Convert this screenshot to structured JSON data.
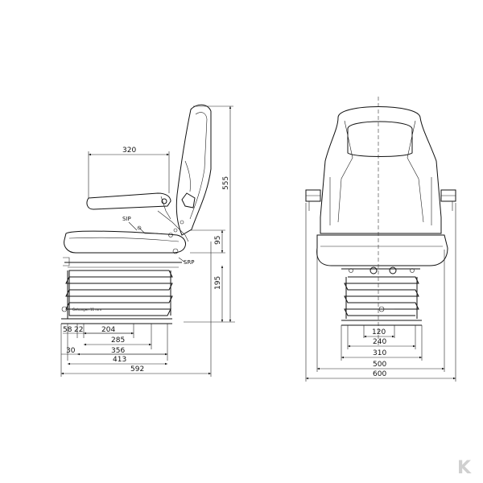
{
  "side_view": {
    "dimensions": {
      "armrest_length": "320",
      "total_height": "555",
      "sip_to_srp": "95",
      "base_height": "195",
      "d58": "58",
      "d22": "22",
      "d204": "204",
      "d285": "285",
      "d30": "30",
      "d356": "356",
      "d413": "413",
      "d592": "592"
    },
    "labels": {
      "sip": "SIP",
      "srp": "SRP",
      "travel": "Gehungen 11 mm"
    }
  },
  "front_view": {
    "dimensions": {
      "d120": "120",
      "d240": "240",
      "d310": "310",
      "d500": "500",
      "d600": "600"
    }
  },
  "brand": {
    "logo_letter": "K"
  }
}
